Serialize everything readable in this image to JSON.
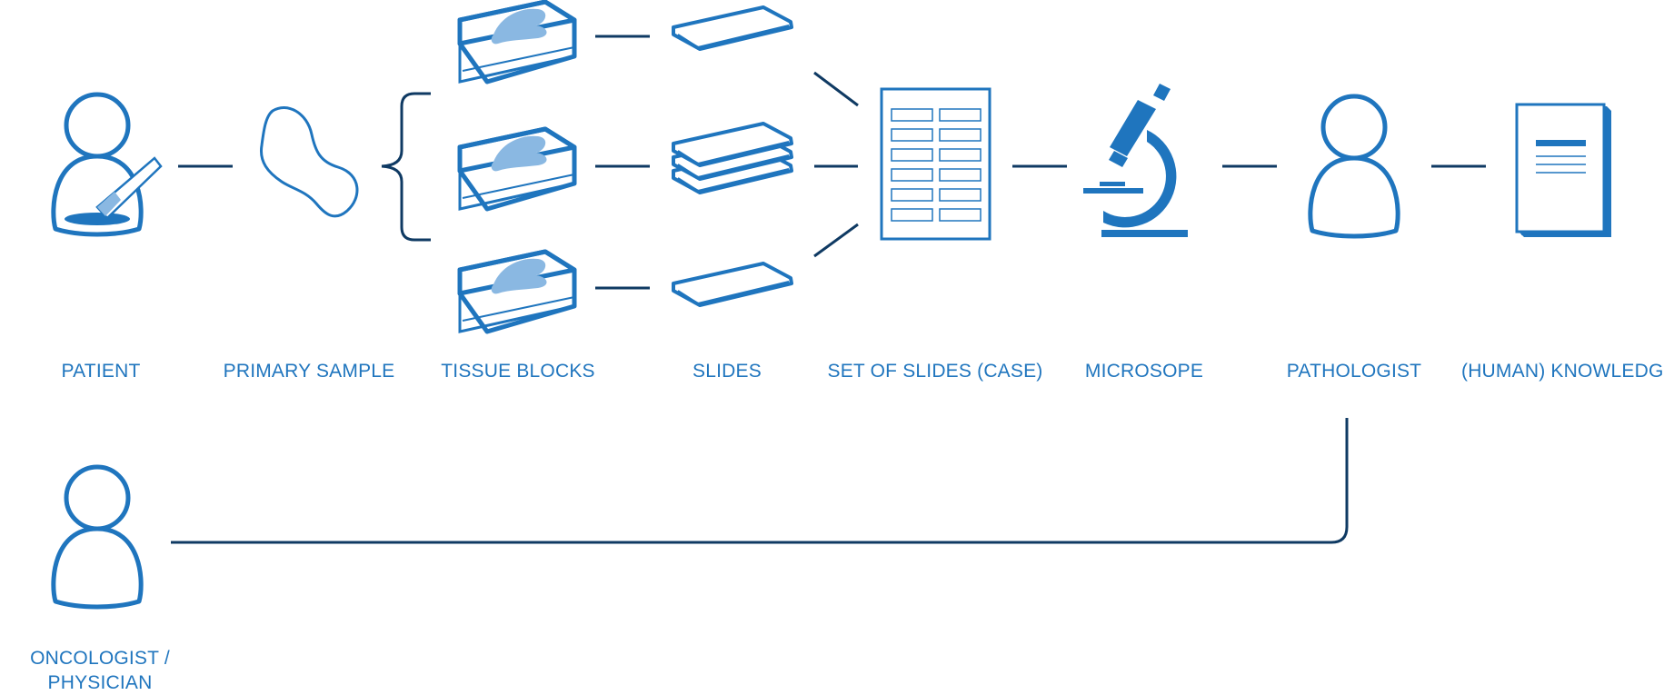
{
  "labels": {
    "patient": "PATIENT",
    "primary_sample": "PRIMARY SAMPLE",
    "tissue_blocks": "TISSUE BLOCKS",
    "slides": "SLIDES",
    "set_of_slides": "SET OF SLIDES (CASE)",
    "microscope": "MICROSOPE",
    "pathologist": "PATHOLOGIST",
    "knowledge": "(HUMAN) KNOWLEDGE",
    "oncologist_line1": "ONCOLOGIST /",
    "oncologist_line2": "PHYSICIAN"
  },
  "colors": {
    "primary": "#1f75be",
    "light": "#8ab8e2",
    "connector": "#0f3a63"
  }
}
